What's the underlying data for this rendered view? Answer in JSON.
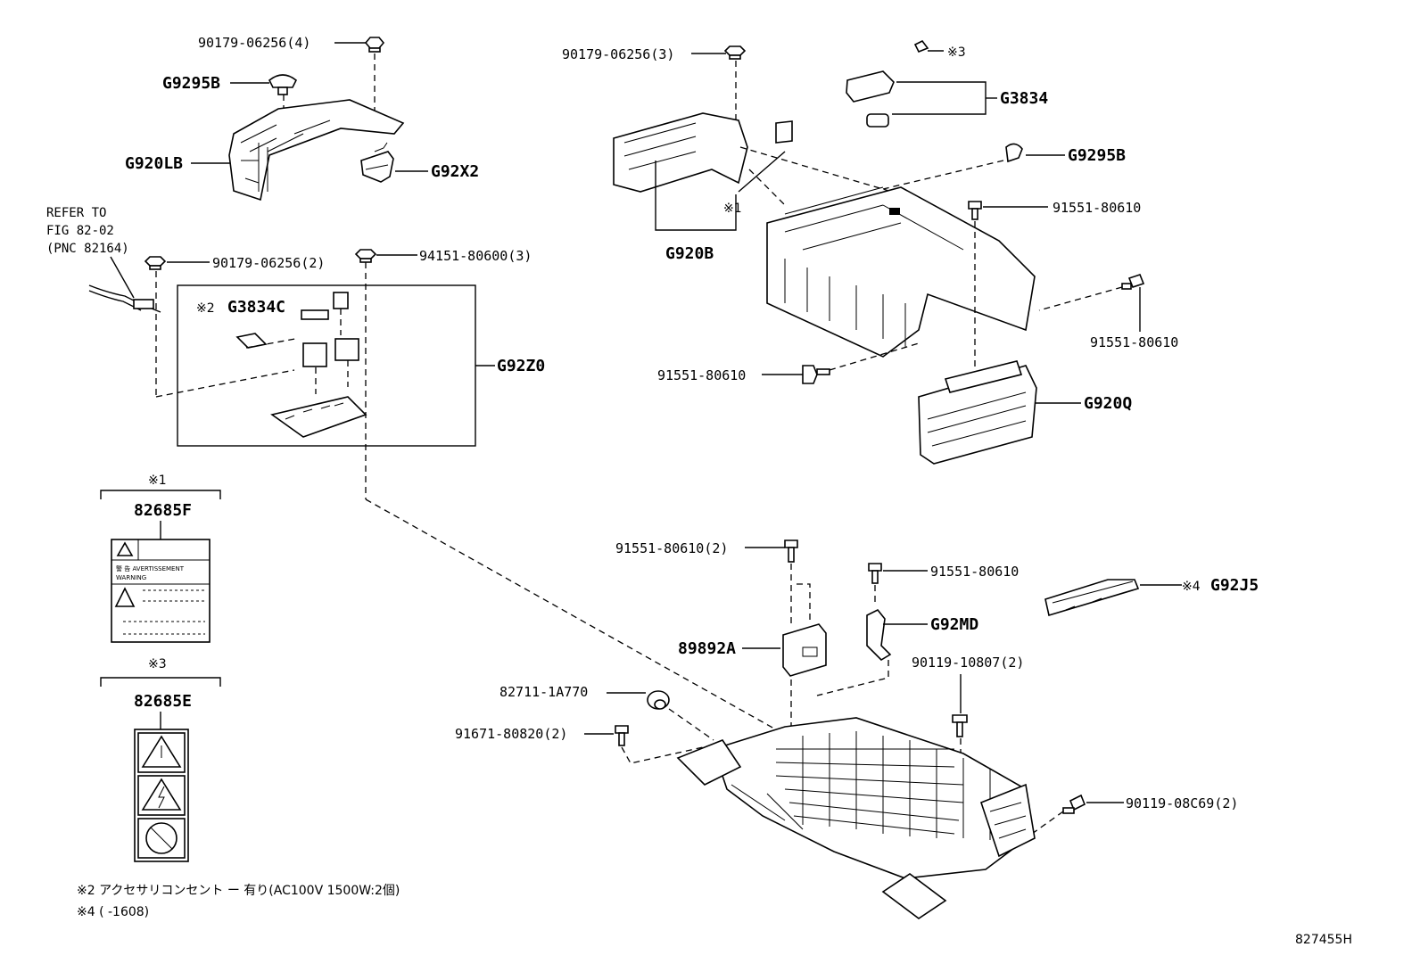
{
  "callouts": {
    "c1": "90179-06256(4)",
    "c2": "90179-06256(3)",
    "c3": "90179-06256(2)",
    "c4": "94151-80600(3)",
    "c5": "91551-80610",
    "c6": "91551-80610",
    "c7": "91551-80610",
    "c8": "91551-80610(2)",
    "c9": "91551-80610",
    "c10": "90119-10807(2)",
    "c11": "82711-1A770",
    "c12": "91671-80820(2)",
    "c13": "90119-08C69(2)"
  },
  "groups": {
    "g9295b_left": "G9295B",
    "g920lb": "G920LB",
    "g92x2": "G92X2",
    "g920b": "G920B",
    "g3834": "G3834",
    "g9295b_right": "G9295B",
    "g920q": "G920Q",
    "g3834c": "G3834C",
    "g92z0": "G92Z0",
    "g92j5": "G92J5",
    "g92md": "G92MD",
    "g89892a": "89892A",
    "p82685f": "82685F",
    "p82685e": "82685E"
  },
  "marks": {
    "m1_top": "※1",
    "m1_center": "※1",
    "m3_top": "※3",
    "m3_label": "※3",
    "m2": "※2",
    "m4": "※4"
  },
  "refer": {
    "line1": "REFER TO",
    "line2": "FIG 82-02",
    "line3": "(PNC 82164)"
  },
  "warning_label": {
    "small_text": "警 告  AVERTISSEMENT",
    "small_text2": "WARNING"
  },
  "notes": {
    "note2": "※2 アクセサリコンセント ー 有り(AC100V 1500W:2個)",
    "note4": "※4 (      -1608)"
  },
  "figure_id": "827455H",
  "icons": [
    "nut-icon",
    "bolt-icon",
    "clip-icon",
    "warning-triangle-icon",
    "high-voltage-icon",
    "no-touch-icon",
    "wire-harness-icon"
  ]
}
